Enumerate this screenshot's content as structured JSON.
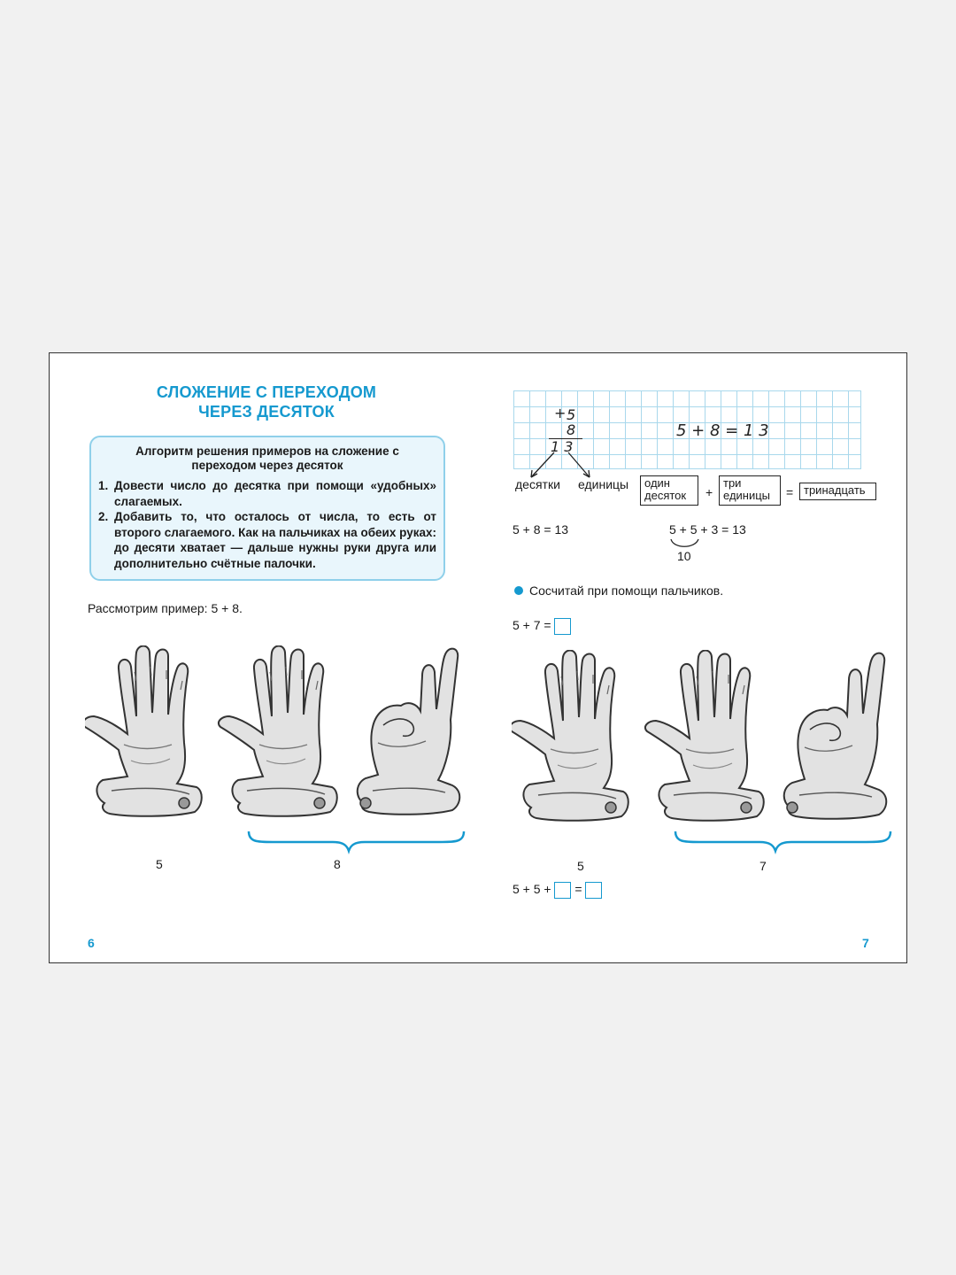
{
  "left": {
    "title_line1": "СЛОЖЕНИЕ С ПЕРЕХОДОМ",
    "title_line2": "ЧЕРЕЗ ДЕСЯТОК",
    "algorithm": {
      "title": "Алгоритм решения примеров на сложение с переходом через десяток",
      "items": [
        {
          "num": "1.",
          "text": "Довести число до десятка при помощи «удобных» слагаемых."
        },
        {
          "num": "2.",
          "text": "Добавить то, что осталось от числа, то есть от второго слагаемого. Как на пальчиках на обеих руках: до десяти хватает — дальше нужны руки друга или дополнительно счётные палочки."
        }
      ]
    },
    "example_text": "Рассмотрим пример: 5 + 8.",
    "label_5": "5",
    "label_8": "8",
    "page_number": "6"
  },
  "right": {
    "column": {
      "plus": "+",
      "top": "5",
      "bottom": "8",
      "result": "1 3"
    },
    "grid_equation": "5 + 8 = 1 3",
    "word_tens": "десятки",
    "word_units": "единицы",
    "box_one_ten": "один десяток",
    "plus_sign": "+",
    "box_three_units": "три единицы",
    "equals_sign": "=",
    "box_thirteen": "тринадцать",
    "eq_simple": "5 + 8 = 13",
    "eq_split": "5 + 5 + 3 = 13",
    "eq_split_ten": "10",
    "task_text": "Сосчитай при помощи пальчиков.",
    "task_eq1": "5 + 7 =",
    "label_5": "5",
    "label_7": "7",
    "task_eq2_a": "5 + 5 +",
    "task_eq2_b": "=",
    "page_number": "7"
  },
  "colors": {
    "accent": "#1599cf",
    "box_border": "#8fd0ea",
    "box_fill": "#e9f6fc",
    "grid": "#a9d8ec"
  }
}
